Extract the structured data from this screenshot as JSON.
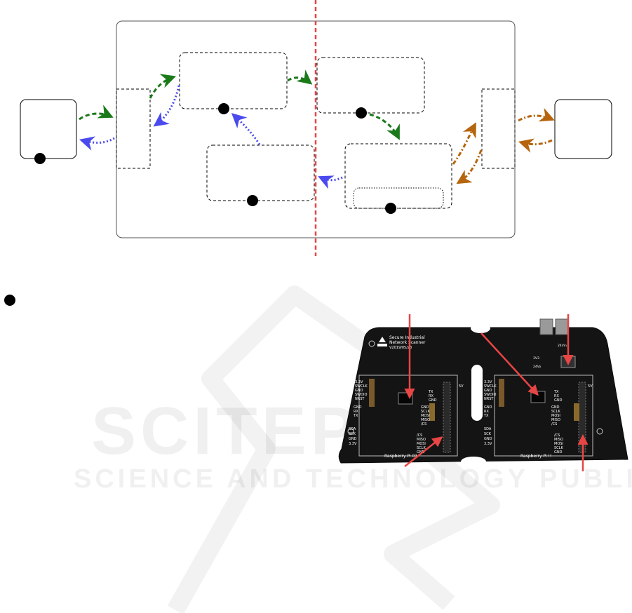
{
  "watermark": {
    "main": "SCITEPRESS",
    "sub": "SCIENCE AND TECHNOLOGY PUBLICATIONS"
  },
  "colors": {
    "green": "#1a7a1a",
    "blue": "#4a4aee",
    "orange": "#b5650d",
    "red_divider": "#e84545",
    "red_arrow": "#e84545",
    "pcb_body": "#141414"
  },
  "pcb": {
    "brand_line1": "Secure Industrial",
    "brand_line2": "Network Scanner",
    "version": "V2019/05/23",
    "left_header_labels": [
      "3.3V",
      "SWCLK",
      "GND",
      "SWDIO",
      "NRST"
    ],
    "left_uart_labels": [
      "GND",
      "RX",
      "TX"
    ],
    "left_i2c_labels": [
      "SDA",
      "SCK",
      "GND",
      "3.3V"
    ],
    "left_spi_labels": [
      "GND",
      "SCLK",
      "MOSI",
      "MISO",
      "/CS"
    ],
    "left_spi2_labels": [
      "/CS",
      "MISO",
      "MOSI",
      "SCLK",
      "GND"
    ],
    "right_header_labels": [
      "3.3V",
      "SWCLK",
      "GND",
      "SWDIO",
      "NRST"
    ],
    "right_uart_labels": [
      "GND",
      "RX",
      "TX"
    ],
    "right_i2c_labels": [
      "SDA",
      "SCK",
      "GND",
      "3.3V"
    ],
    "right_spi_labels": [
      "GND",
      "SCLK",
      "MOSI",
      "MISO",
      "/CS"
    ],
    "right_spi2_labels": [
      "/CS",
      "MISO",
      "MOSI",
      "SCLK",
      "GND"
    ],
    "tx_rx_labels": [
      "TX",
      "RX",
      "GND"
    ],
    "pi_label_left": "Raspberry Pi 0?",
    "pi_label_right": "Raspberry Pi !!",
    "voltage_labels": [
      "5V",
      "5V",
      "3V3",
      "24Vo",
      "24Vin"
    ]
  }
}
